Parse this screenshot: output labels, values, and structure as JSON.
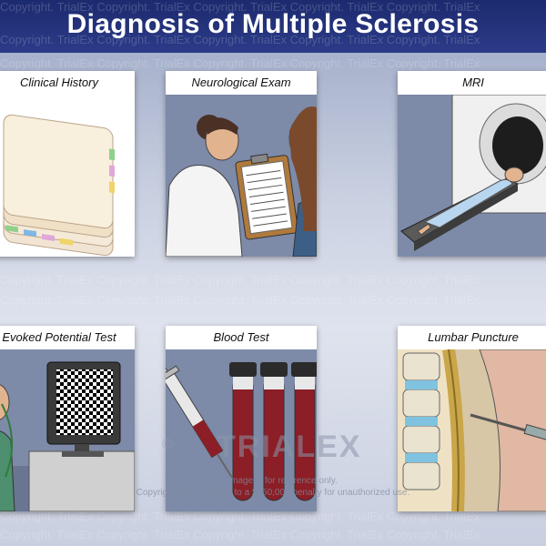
{
  "header": {
    "title": "Diagnosis of Multiple Sclerosis"
  },
  "watermark": {
    "text": "Copyright. TrialEx Copyright. TrialEx Copyright. TrialEx Copyright. TrialEx Copyright. TrialEx"
  },
  "panels": [
    {
      "caption": "Clinical History"
    },
    {
      "caption": "Neurological Exam"
    },
    {
      "caption": "MRI"
    },
    {
      "caption": "Evoked Potential Test"
    },
    {
      "caption": "Blood Test"
    },
    {
      "caption": "Lumbar Puncture"
    }
  ],
  "branding": {
    "copyright_symbol": "©",
    "logo_text": "TRIALEX",
    "disclaimer_line1": "This image is for reference only.",
    "disclaimer_line2": "Copyright law allows up to a $150,000 penalty for unauthorized use."
  },
  "colors": {
    "title_band": "#1c2a6e",
    "panel_bg": "#7d8aa8",
    "blood": "#8b1e26"
  }
}
